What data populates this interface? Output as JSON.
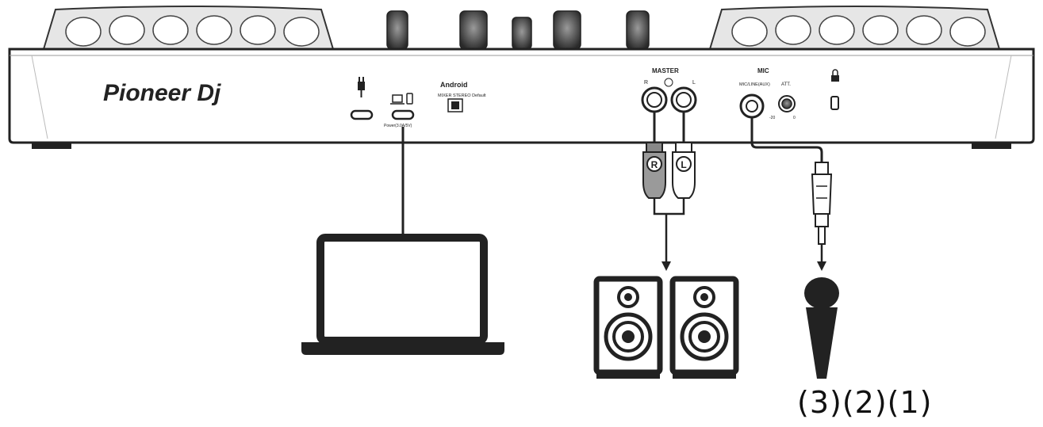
{
  "device": {
    "brand": "Pioneer Dj",
    "android_label": "Android",
    "mode_switch_labels": "MIXER   STEREO Default",
    "master_label": "MASTER",
    "master_r": "R",
    "master_l": "L",
    "mic_label": "MIC",
    "mic_jack_label": "MIC/LINE(AUX)",
    "att_label": "ATT.",
    "att_min": "-20",
    "att_max": "0"
  },
  "plugs": {
    "right": "R",
    "left": "L"
  },
  "steps_label": "(3)(2)(1)",
  "icons": [
    "power-plug-icon",
    "laptop-icon",
    "phone-icon",
    "lock-icon",
    "speaker-icon",
    "microphone-icon"
  ]
}
